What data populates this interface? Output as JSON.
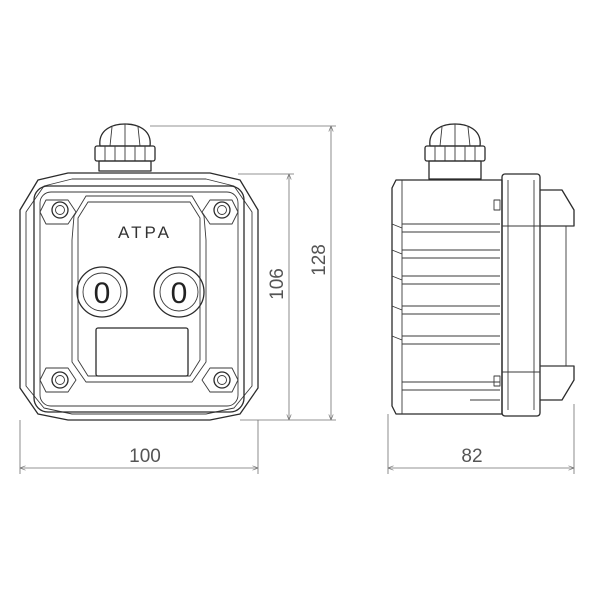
{
  "front_view": {
    "brand_label": "ATPA",
    "button_left_label": "0",
    "button_right_label": "0"
  },
  "dimensions": {
    "width": "100",
    "body_height": "106",
    "total_height": "128",
    "depth": "82"
  },
  "colors": {
    "line": "#2b2b2b",
    "dimension_line": "#6f6f6f",
    "background": "#ffffff"
  }
}
